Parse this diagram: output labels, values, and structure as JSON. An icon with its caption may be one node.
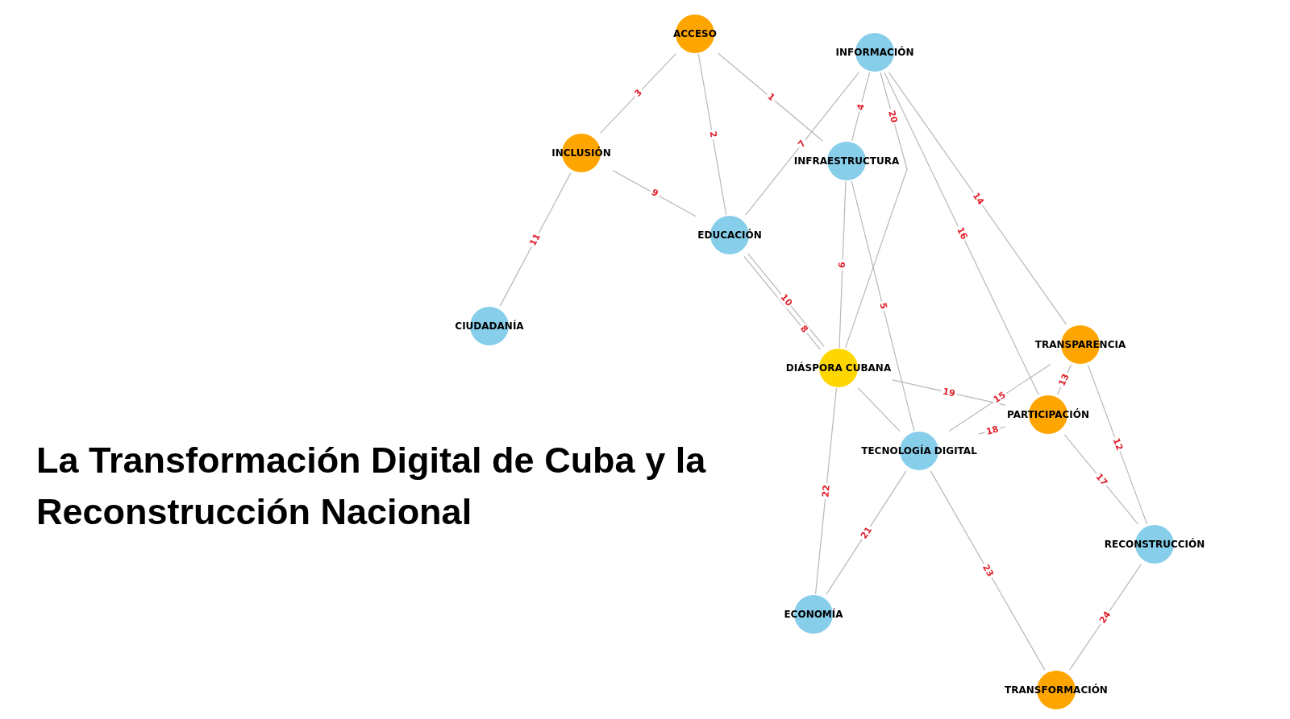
{
  "diagram": {
    "title": "La Transformación Digital de Cuba y la Reconstrucción Nacional",
    "nodes": [
      {
        "text": [
          "ACCESO"
        ]
      },
      {
        "text": [
          "INFORMACIÓN"
        ]
      },
      {
        "text": [
          "INCLUSIÓN"
        ]
      },
      {
        "text": [
          "INFRAESTRUCTURA"
        ]
      },
      {
        "text": [
          "EDUCACIÓN"
        ]
      },
      {
        "text": [
          "CIUDADANÍA"
        ]
      },
      {
        "text": [
          "TRANSPARENCIA"
        ]
      },
      {
        "text": [
          "DIÁSPORA CUBANA"
        ]
      },
      {
        "text": [
          "PARTICIPACIÓN"
        ]
      },
      {
        "text": [
          "TECNOLOGÍA DIGITAL"
        ]
      },
      {
        "text": [
          "RECONSTRUCCIÓN"
        ]
      },
      {
        "text": [
          "ECONOMÍA"
        ]
      },
      {
        "text": [
          "TRANSFORMACIÓN"
        ]
      }
    ],
    "edges": [
      {
        "from": 0,
        "to": 3,
        "arrow": "none",
        "label": "1"
      },
      {
        "from": 0,
        "to": 4,
        "arrow": "none",
        "label": "2"
      },
      {
        "from": 0,
        "to": 2,
        "arrow": "none",
        "label": "3"
      },
      {
        "from": 1,
        "to": 3,
        "arrow": "none",
        "label": "4"
      },
      {
        "from": 3,
        "to": 9,
        "arrow": "none",
        "label": "5"
      },
      {
        "from": 3,
        "to": 7,
        "arrow": "none",
        "label": "6"
      },
      {
        "from": 1,
        "to": 4,
        "arrow": "none",
        "label": "7"
      },
      {
        "from": 4,
        "to": 7,
        "arrow": "none",
        "label": "8"
      },
      {
        "from": 2,
        "to": 4,
        "arrow": "none",
        "label": "9"
      },
      {
        "from": 4,
        "to": 7,
        "arrow": "none",
        "label": "10"
      },
      {
        "from": 2,
        "to": 5,
        "arrow": "none",
        "label": "11"
      },
      {
        "from": 6,
        "to": 10,
        "arrow": "none",
        "label": "12"
      },
      {
        "from": 6,
        "to": 8,
        "arrow": "none",
        "label": "13"
      },
      {
        "from": 1,
        "to": 6,
        "arrow": "none",
        "label": "14"
      },
      {
        "from": 9,
        "to": 6,
        "arrow": "none",
        "label": "15"
      },
      {
        "from": 1,
        "to": 8,
        "arrow": "none",
        "label": "16"
      },
      {
        "from": 8,
        "to": 10,
        "arrow": "none",
        "label": "17"
      },
      {
        "from": 9,
        "to": 8,
        "arrow": "none",
        "label": "18"
      },
      {
        "from": 7,
        "to": 8,
        "arrow": "none",
        "label": "19"
      },
      {
        "from": 1,
        "to": 7,
        "arrow": "none",
        "label": "20"
      },
      {
        "from": 9,
        "to": 11,
        "arrow": "none",
        "label": "21"
      },
      {
        "from": 7,
        "to": 11,
        "arrow": "none",
        "label": "22"
      },
      {
        "from": 9,
        "to": 12,
        "arrow": "none",
        "label": "23"
      },
      {
        "from": 10,
        "to": 12,
        "arrow": "none",
        "label": "24"
      },
      {
        "from": 7,
        "to": 9,
        "arrow": "none"
      }
    ]
  }
}
